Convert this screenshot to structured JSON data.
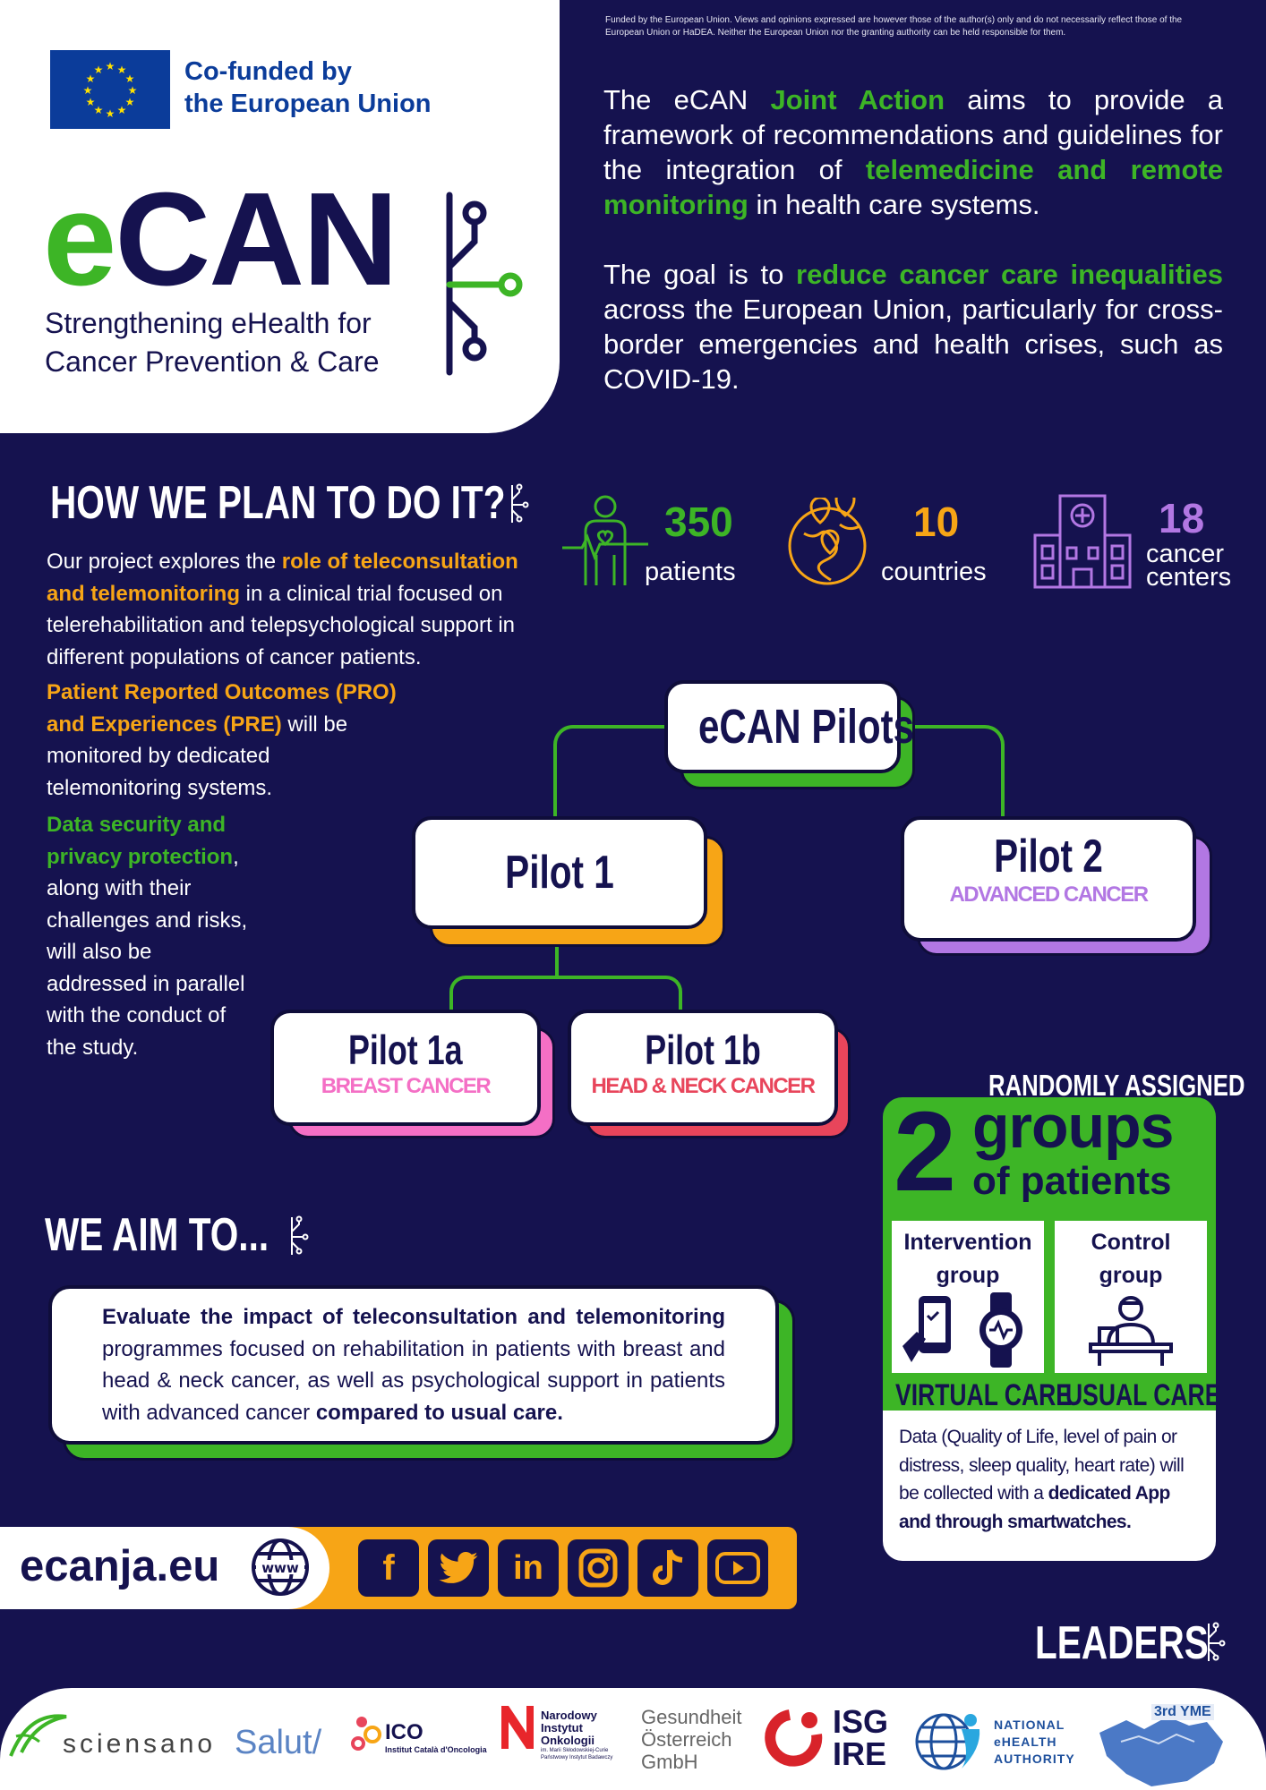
{
  "header": {
    "disclaimer": "Funded by the European Union. Views and opinions expressed are however those of the author(s) only and do not necessarily reflect those of the European Union or HaDEA. Neither the European Union nor the granting authority can be held responsible for them.",
    "cofunded_line1": "Co-funded by",
    "cofunded_line2": "the European Union",
    "logo_e": "e",
    "logo_can": "CAN",
    "tagline_line1": "Strengthening eHealth for",
    "tagline_line2": "Cancer Prevention & Care"
  },
  "intro": {
    "p1_a": "The eCAN ",
    "p1_b": "Joint Action",
    "p1_c": " aims to provide a framework of recommendations and guidelines for the integration of ",
    "p1_d": "telemedicine and remote monitoring",
    "p1_e": " in health care systems.",
    "p2_a": "The goal is to ",
    "p2_b": "reduce cancer care inequalities",
    "p2_c": " across the European Union, particularly for cross-border emergencies and health crises, such as COVID-19."
  },
  "how": {
    "heading": "HOW WE PLAN TO DO IT?",
    "p1_a": "Our project explores the ",
    "p1_b": "role of teleconsultation and telemonitoring",
    "p1_c": " in a clinical trial focused on telerehabilitation and telepsychological support in different populations of cancer patients.",
    "p2_a": "Patient Reported Outcomes (PRO) and Experiences (PRE)",
    "p2_b": " will be monitored by dedicated telemonitoring systems.",
    "p3_a": "Data security and privacy protection",
    "p3_b": ", along with their challenges and risks, will also be addressed in parallel with the conduct of the study."
  },
  "stats": [
    {
      "value": "350",
      "label": "patients",
      "color": "#3db526",
      "icon": "patient-heartbeat-icon"
    },
    {
      "value": "10",
      "label": "countries",
      "color": "#f7a516",
      "icon": "globe-pins-icon"
    },
    {
      "value": "18",
      "label_line1": "cancer",
      "label_line2": "centers",
      "color": "#b277e3",
      "icon": "hospital-building-icon"
    }
  ],
  "pilots": {
    "root": "eCAN Pilots",
    "pilot1": "Pilot 1",
    "pilot2": "Pilot 2",
    "pilot2_sub": "ADVANCED CANCER",
    "pilot1a": "Pilot 1a",
    "pilot1a_sub": "BREAST CANCER",
    "pilot1b": "Pilot 1b",
    "pilot1b_sub": "HEAD & NECK CANCER",
    "colors": {
      "root": "#3db526",
      "pilot1": "#f7a516",
      "pilot2": "#b277e3",
      "pilot1a": "#f46fc5",
      "pilot1b": "#e8455b"
    }
  },
  "groups": {
    "randomly": "RANDOMLY ASSIGNED",
    "number": "2",
    "word1": "groups",
    "word2": "of patients",
    "intervention_l1": "Intervention",
    "intervention_l2": "group",
    "control_l1": "Control",
    "control_l2": "group",
    "virtual": "VIRTUAL CARE",
    "usual": "USUAL CARE",
    "note_a": "Data (Quality of Life, level of pain or distress, sleep quality, heart rate) will be collected with a ",
    "note_b": "dedicated App and through smartwatches."
  },
  "aim": {
    "heading": "WE AIM TO...",
    "text_a": "Evaluate the impact of teleconsultation and telemonitoring",
    "text_b": " programmes focused on rehabilitation in patients with breast and head & neck cancer, as well as psychological support in patients with advanced cancer ",
    "text_c": "compared to usual care."
  },
  "web": {
    "url": "ecanja.eu",
    "socials": [
      "facebook-icon",
      "twitter-icon",
      "linkedin-icon",
      "instagram-icon",
      "tiktok-icon",
      "youtube-icon"
    ]
  },
  "leaders": {
    "heading": "LEADERS",
    "sciensano": "sciensano",
    "salut": "Salut/",
    "ico": "ICO",
    "ico_sub": "Institut Català d'Oncologia",
    "nio_l1": "Narodowy",
    "nio_l2": "Instytut",
    "nio_l3": "Onkologii",
    "nio_sub1": "im. Marii Skłodowskiej-Curie",
    "nio_sub2": "Państwowy Instytut Badawczy",
    "goeg_l1": "Gesundheit",
    "goeg_l2": "Österreich",
    "goeg_l3": "GmbH",
    "isg_l1": "ISG",
    "isg_l2": "IRE",
    "nea_l1": "NATIONAL",
    "nea_l2": "eHEALTH",
    "nea_l3": "AUTHORITY",
    "third": "3rd YME"
  }
}
